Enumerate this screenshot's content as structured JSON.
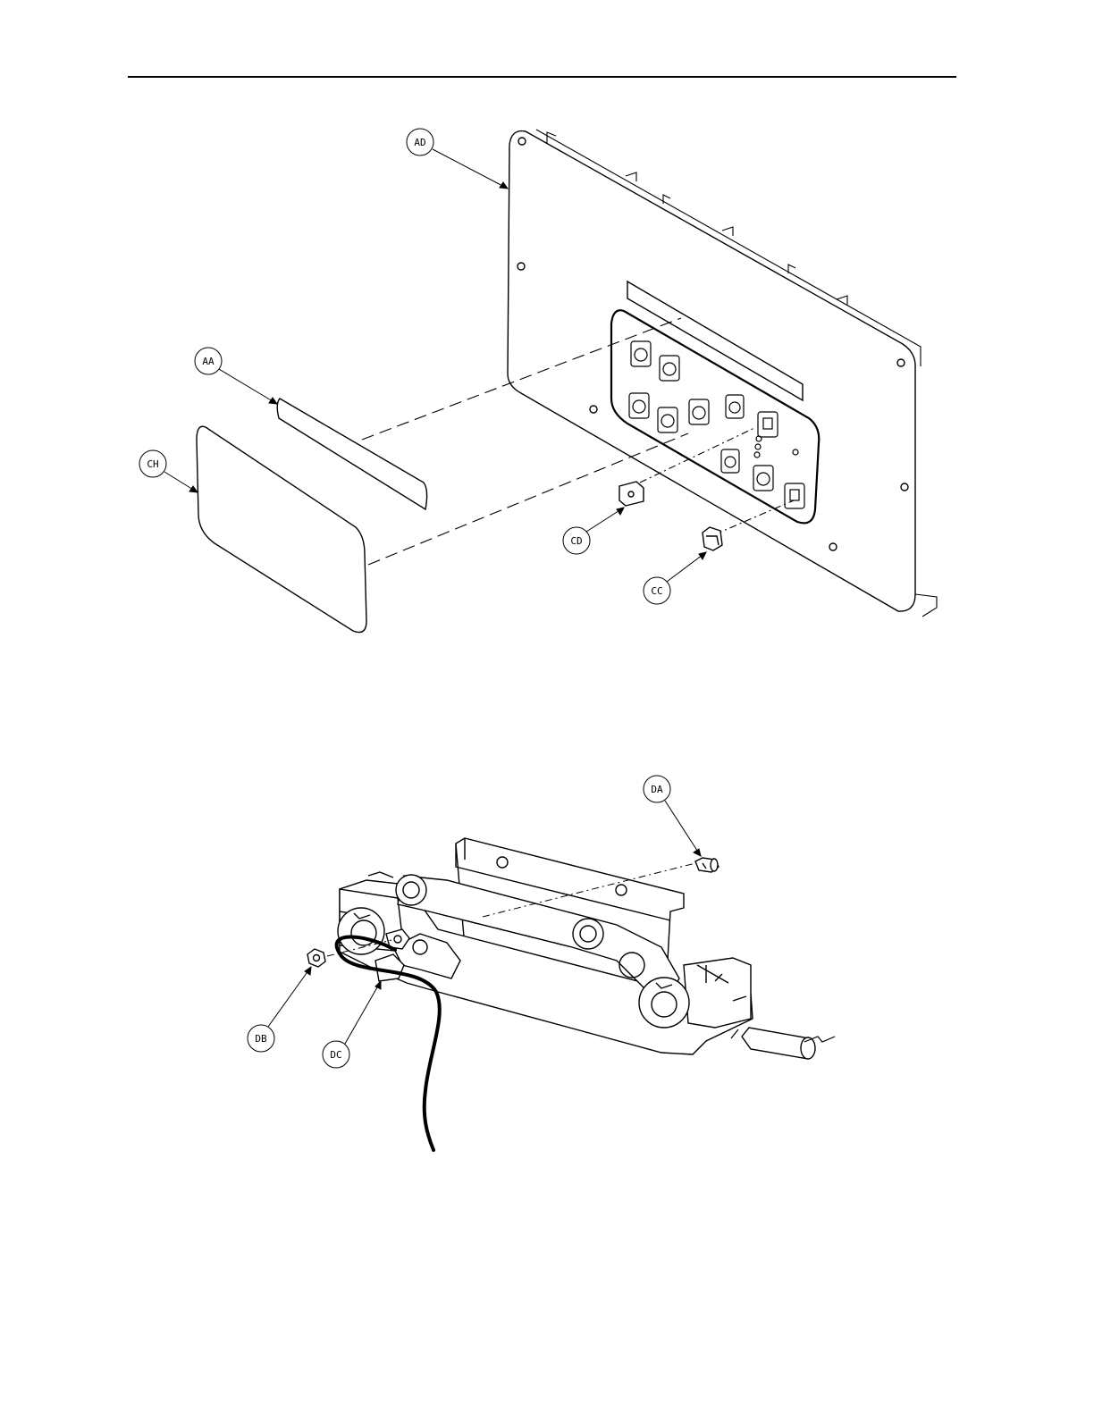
{
  "callouts": {
    "AD": "AD",
    "AA": "AA",
    "CH": "CH",
    "CD": "CD",
    "CC": "CC",
    "DA": "DA",
    "DB": "DB",
    "DC": "DC"
  }
}
